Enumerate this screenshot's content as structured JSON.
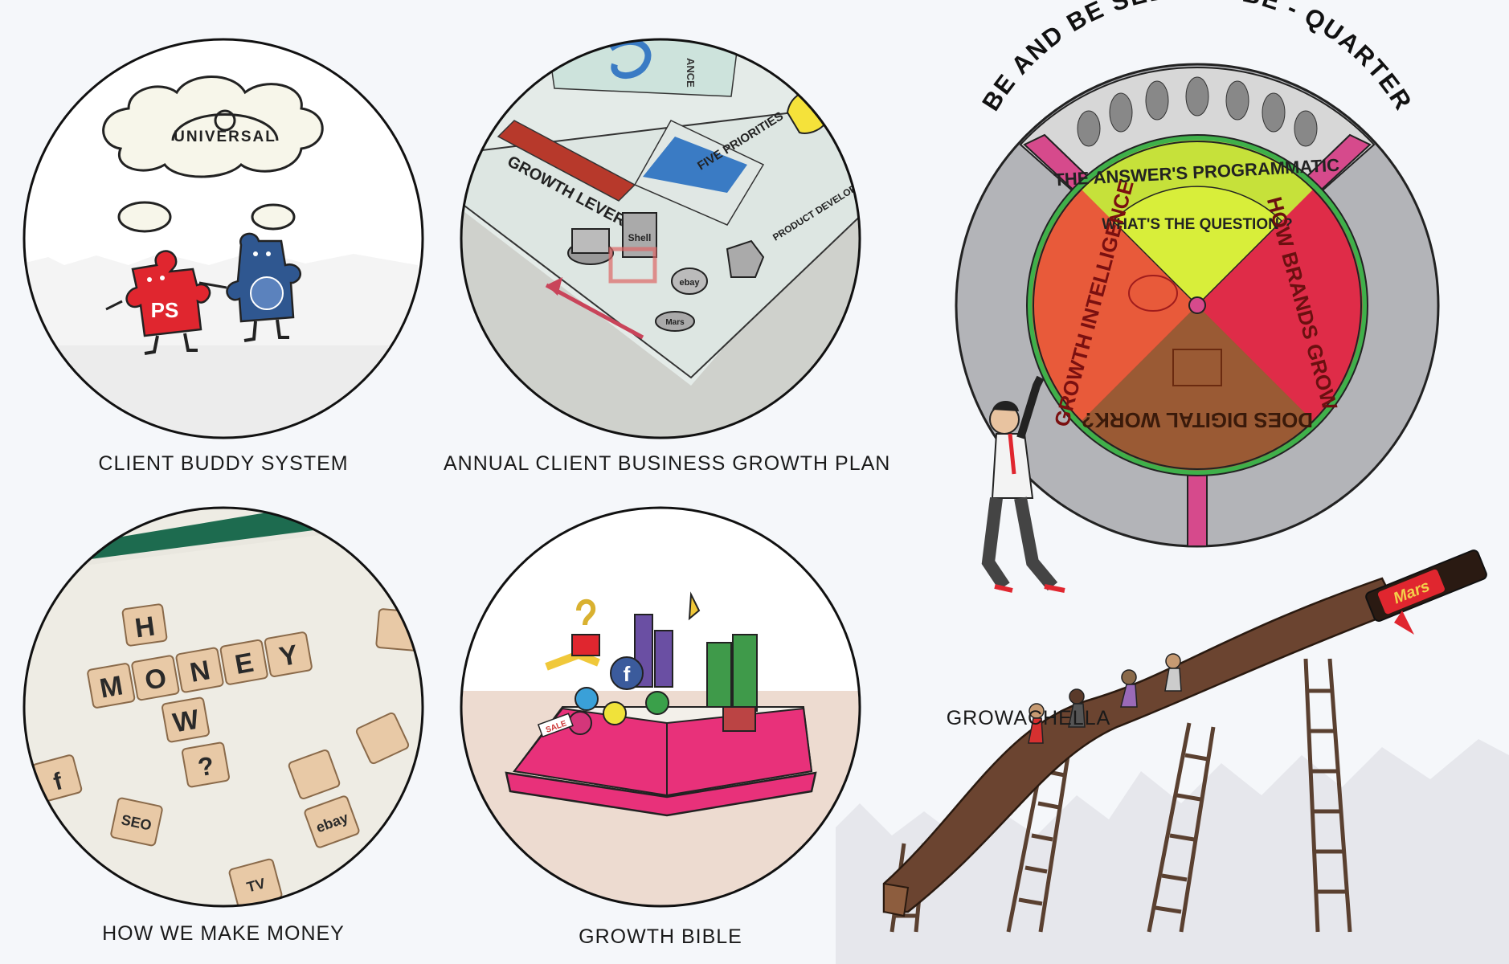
{
  "panels": {
    "buddy": {
      "caption": "CLIENT BUDDY SYSTEM",
      "cloud_text": "UNIVERSAL"
    },
    "plan": {
      "caption": "ANNUAL CLIENT BUSINESS GROWTH PLAN",
      "corner_text": "ANCE",
      "board_labels": [
        "GROWTH LEVERS",
        "FIVE PRIORITIES",
        "PRODUCT DEVELOPMENT"
      ],
      "token_labels": [
        "Shell",
        "ebay",
        "Mars"
      ]
    },
    "money": {
      "caption": "HOW WE MAKE MONEY",
      "tiles_money": [
        "M",
        "O",
        "N",
        "E",
        "Y"
      ],
      "tiles_how": [
        "H",
        "O",
        "W"
      ],
      "tile_question": "?",
      "tile_seo": "SEO",
      "tile_ebay": "ebay",
      "tile_tv": "TV",
      "tile_f": "f"
    },
    "bible": {
      "caption": "GROWTH BIBLE",
      "book_tag": "SALE"
    },
    "quarter": {
      "arc_title": "BE AND BE SEEN TO BE - QUARTER",
      "top_segment": "THE ANSWER'S PROGRAMMATIC",
      "center_question": "WHAT'S THE QUESTION ?",
      "left_segment": "GROWTH INTELLIGENCE",
      "right_segment": "HOW BRANDS GROW",
      "bottom_segment": "DOES DIGITAL WORK?"
    },
    "growachella": {
      "caption": "GROWACHELLA",
      "bar_brand": "Mars"
    }
  },
  "colors": {
    "background": "#f5f7fa",
    "accent_red": "#e0262f",
    "accent_lime": "#c6e13a",
    "accent_pink": "#d64a8c",
    "wheel_brown": "#9a5a34",
    "book_pink": "#e8317a"
  }
}
